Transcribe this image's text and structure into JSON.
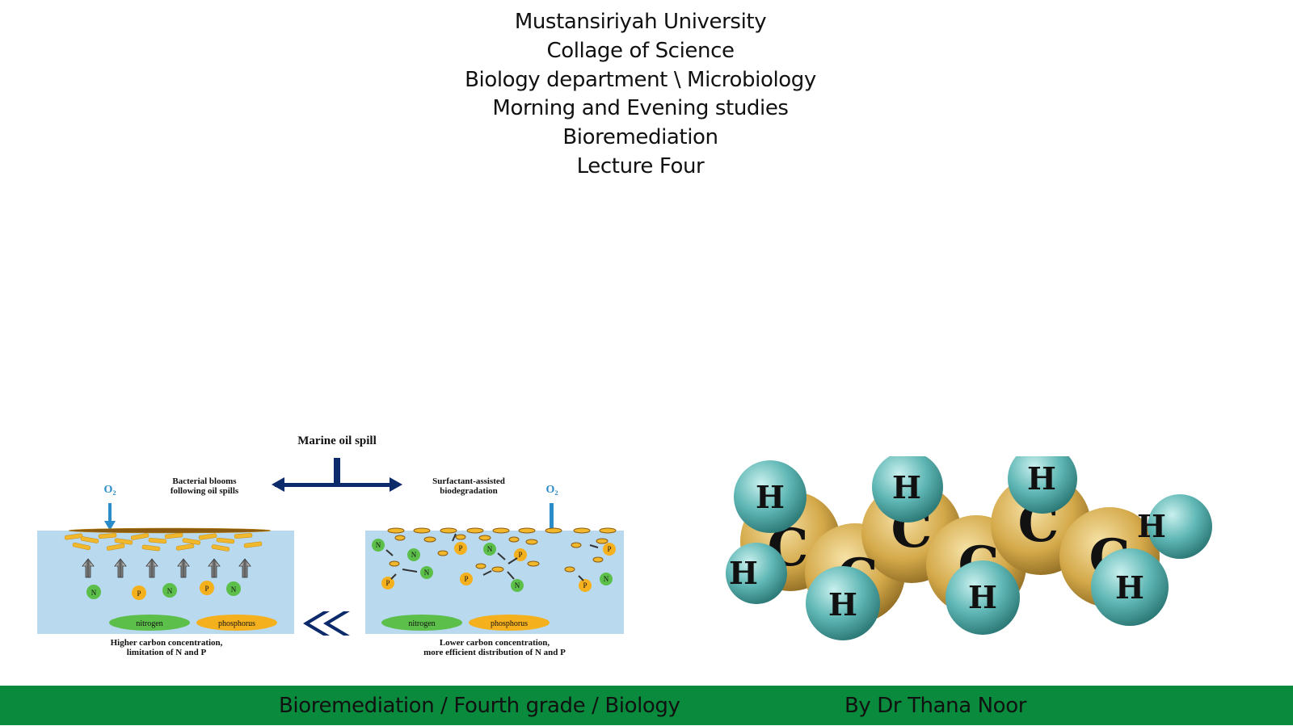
{
  "header": {
    "lines": [
      "Mustansiriyah University",
      "Collage of Science",
      "Biology department \\ Microbiology",
      "Morning and Evening studies",
      "Bioremediation",
      "Lecture Four"
    ]
  },
  "figure_oil_spill": {
    "title": "Marine oil spill",
    "left_label_1": "Bacterial blooms",
    "left_label_2": "following oil spills",
    "right_label_1": "Surfactant-assisted",
    "right_label_2": "biodegradation",
    "oxygen": "O₂",
    "nitrogen": "nitrogen",
    "phosphorus": "phosphorus",
    "n": "N",
    "p": "P",
    "left_caption_1": "Higher carbon concentration,",
    "left_caption_2": "limitation of N and P",
    "right_caption_1": "Lower carbon concentration,",
    "right_caption_2": "more efficient distribution of N and P",
    "water_color": "#b9d9ee",
    "oil_color": "#f2b82c",
    "n_color": "#5cbf4a",
    "p_color": "#f5b01e",
    "arrow_color": "#0d2a6b",
    "o2_color": "#2a8cc8"
  },
  "figure_molecule": {
    "carbon": "C",
    "hydrogen": "H",
    "carbon_color": "#d4a94a",
    "hydrogen_color": "#5fb7b5"
  },
  "footer": {
    "left": "Bioremediation / Fourth grade / Biology",
    "right": "By Dr Thana Noor",
    "color": "#0a8a3c"
  }
}
